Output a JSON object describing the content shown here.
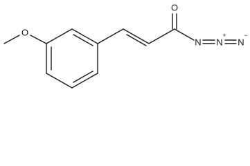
{
  "molecule": {
    "atoms": {
      "methoxy_oxygen": "O",
      "carbonyl_oxygen": "O",
      "azide_n1": "N",
      "azide_n2": "N",
      "azide_n3": "N",
      "azide_n2_charge": "+",
      "azide_n3_charge": "−"
    }
  },
  "colors": {
    "bond": "#1a1a1a",
    "background": "#ffffff"
  }
}
